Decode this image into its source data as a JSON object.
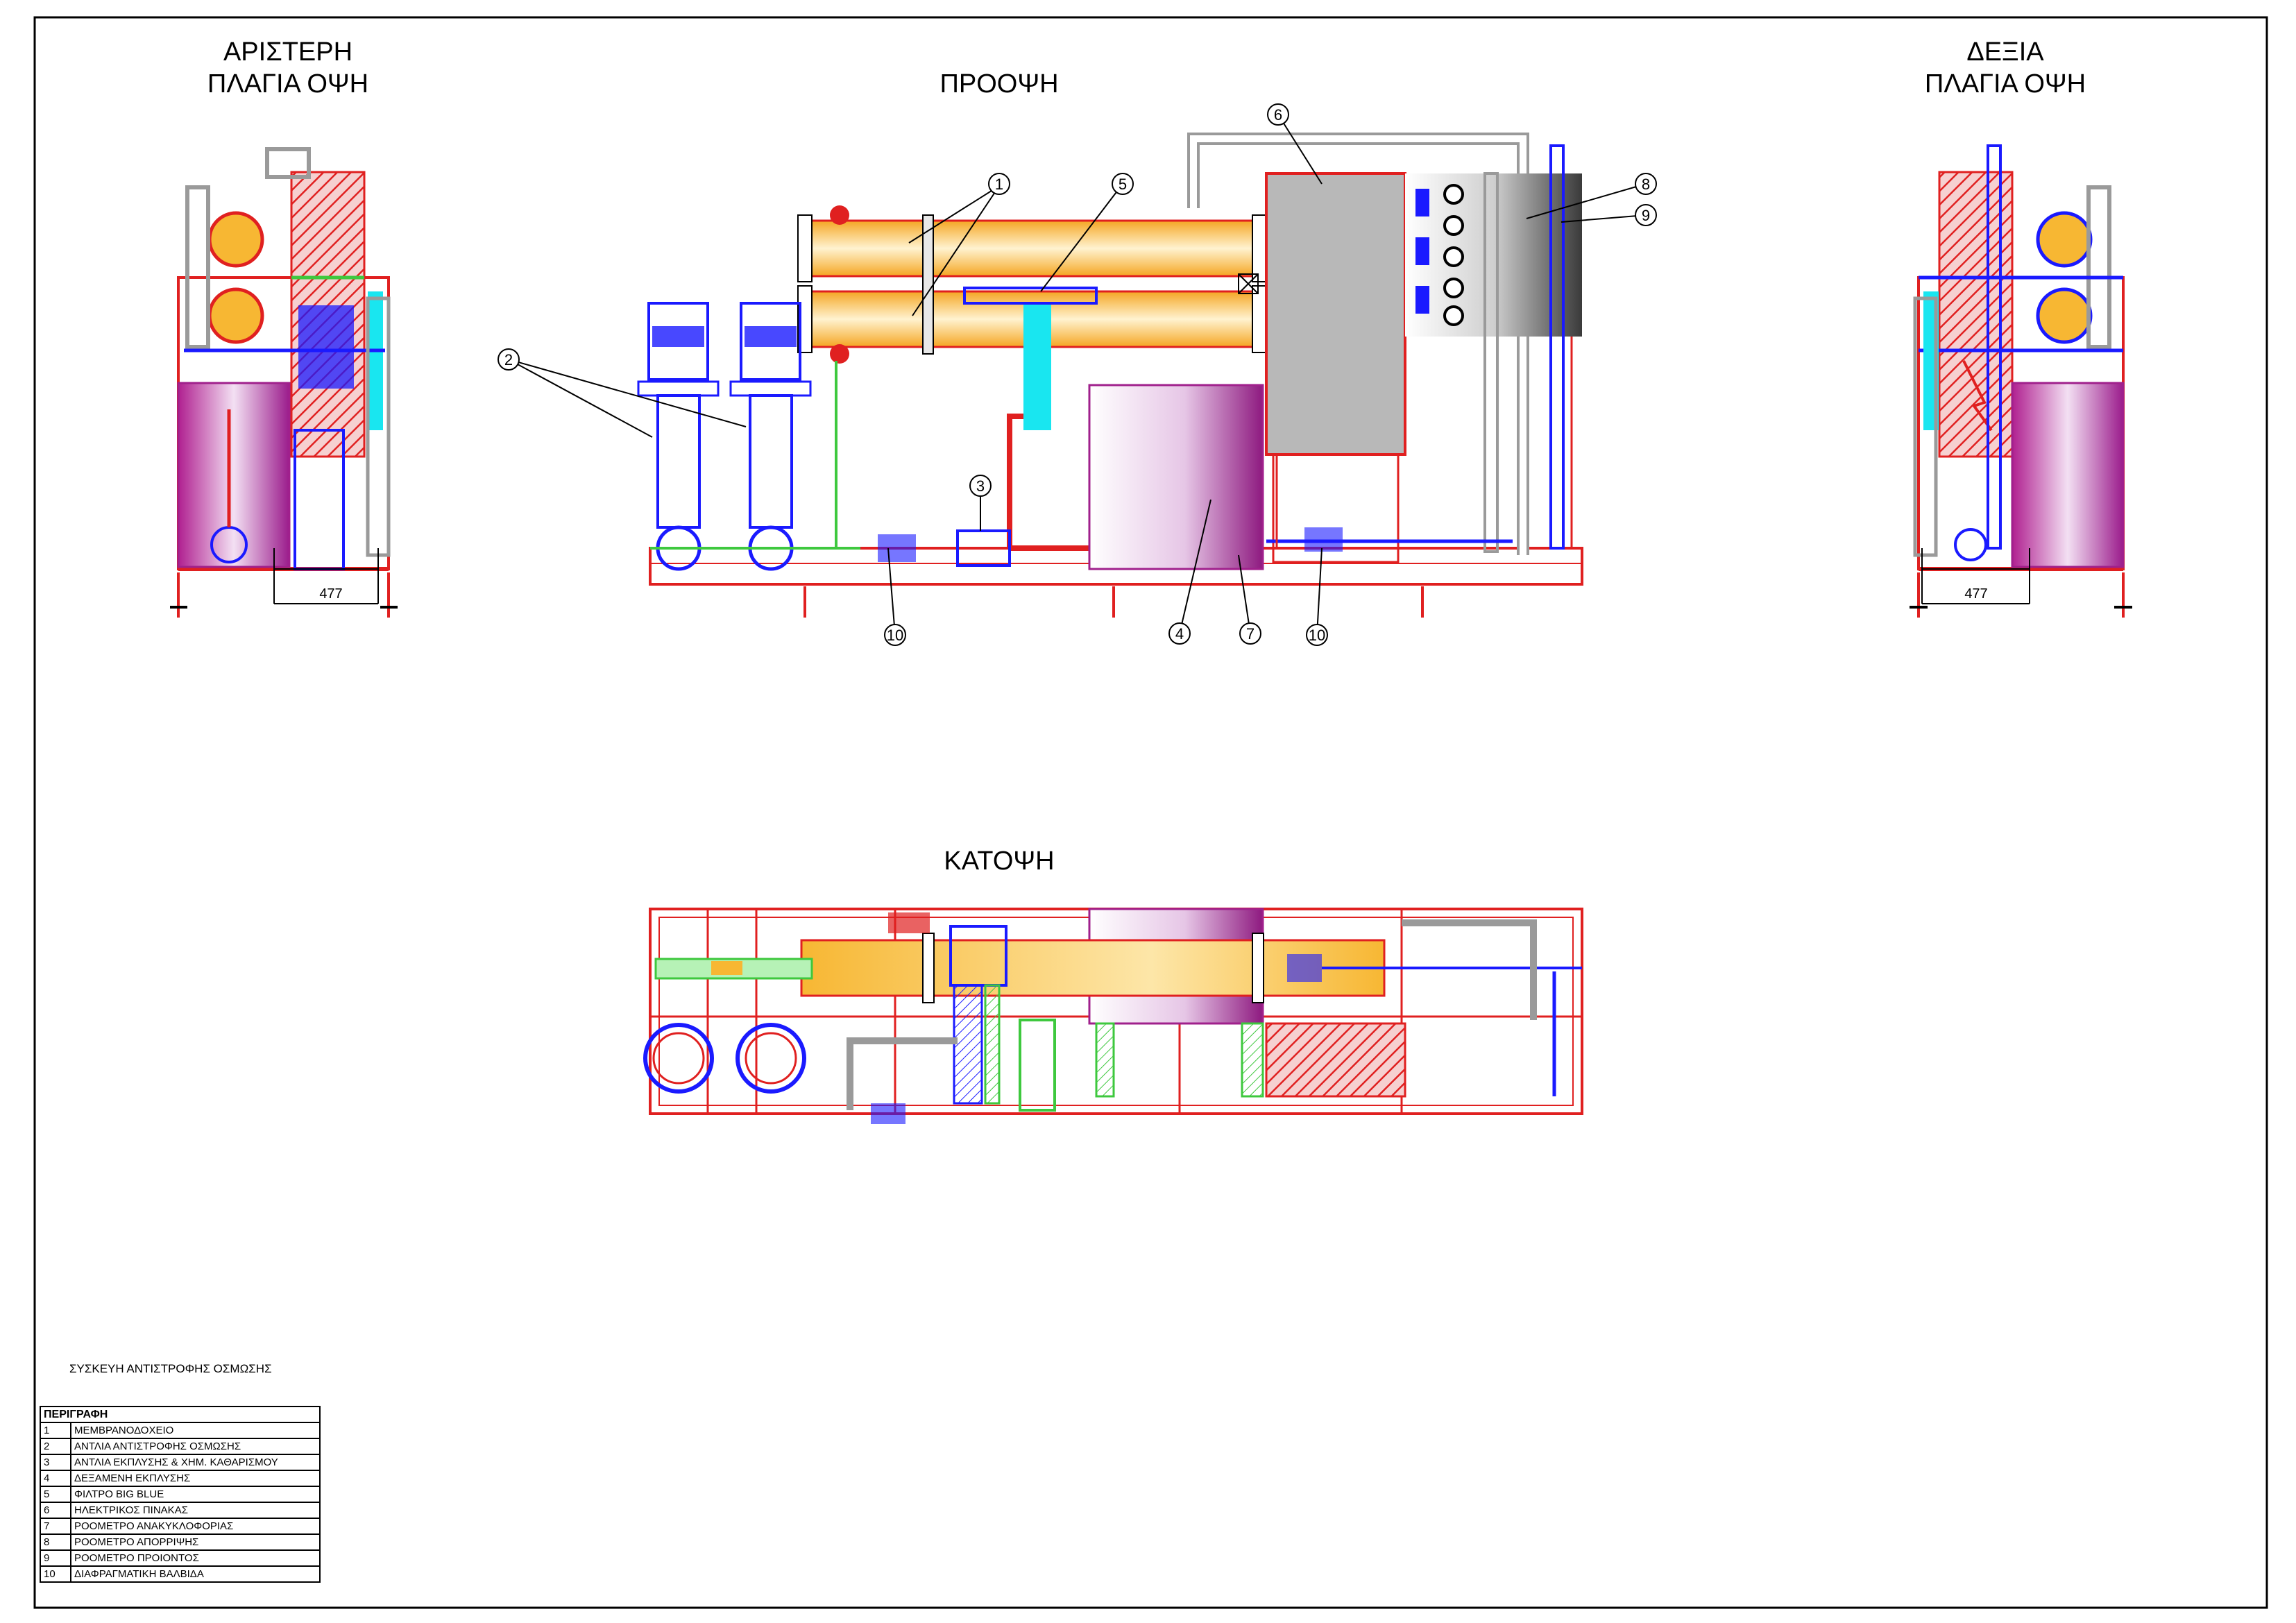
{
  "views": {
    "left_side": [
      "ΑΡΙΣΤΕΡΗ",
      "ΠΛΑΓΙΑ ΟΨΗ"
    ],
    "front": "ΠΡΟΟΨΗ",
    "right_side": [
      "ΔΕΞΙΑ",
      "ΠΛΑΓΙΑ ΟΨΗ"
    ],
    "plan": "ΚΑΤΟΨΗ"
  },
  "dimensions": {
    "left": "477",
    "right": "477"
  },
  "callouts": [
    "1",
    "1",
    "2",
    "2",
    "3",
    "4",
    "5",
    "6",
    "7",
    "8",
    "9",
    "10",
    "10"
  ],
  "document_title": "ΣΥΣΚΕΥΗ ΑΝΤΙΣΤΡΟΦΗΣ ΟΣΜΩΣΗΣ",
  "legend": {
    "header": "ΠΕΡΙΓΡΑΦΗ",
    "rows": [
      {
        "num": "1",
        "text": "ΜΕΜΒΡΑΝΟΔΟΧΕΙΟ"
      },
      {
        "num": "2",
        "text": "ΑΝΤΛΙΑ ΑΝΤΙΣΤΡΟΦΗΣ ΟΣΜΩΣΗΣ"
      },
      {
        "num": "3",
        "text": "ΑΝΤΛΙΑ ΕΚΠΛΥΣΗΣ & ΧΗΜ. ΚΑΘΑΡΙΣΜΟΥ"
      },
      {
        "num": "4",
        "text": "ΔΕΞΑΜΕΝΗ ΕΚΠΛΥΣΗΣ"
      },
      {
        "num": "5",
        "text": "ΦΙΛΤΡΟ BIG BLUE"
      },
      {
        "num": "6",
        "text": "ΗΛΕΚΤΡΙΚΟΣ ΠΙΝΑΚΑΣ"
      },
      {
        "num": "7",
        "text": "ΡΟΟΜΕΤΡΟ ΑΝΑΚΥΚΛΟΦΟΡΙΑΣ"
      },
      {
        "num": "8",
        "text": "ΡΟΟΜΕΤΡΟ ΑΠΟΡΡΙΨΗΣ"
      },
      {
        "num": "9",
        "text": "ΡΟΟΜΕΤΡΟ ΠΡΟΙΟΝΤΟΣ"
      },
      {
        "num": "10",
        "text": "ΔΙΑΦΡΑΓΜΑΤΙΚΗ ΒΑΛΒΙΔΑ"
      }
    ]
  },
  "colors": {
    "frame": "#e02020",
    "membrane": "#f7b733",
    "pump": "#1a1aff",
    "tank": "#a0208c",
    "panel": "#b8b8b8",
    "filter": "#19e6f0",
    "pipe": "#9a9a9a",
    "green_pipe": "#3ec83e"
  }
}
